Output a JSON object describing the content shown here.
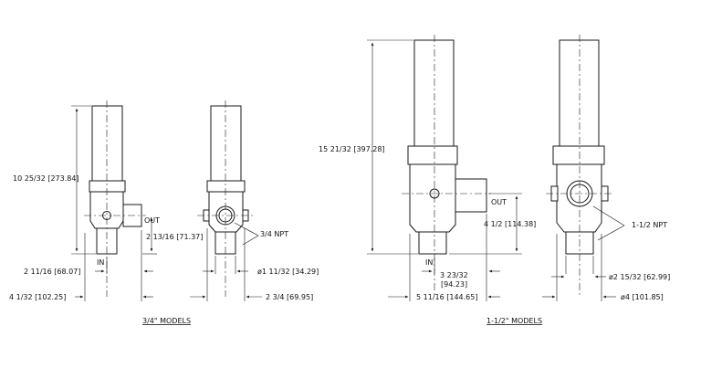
{
  "left_group": {
    "caption": "3/4\" MODELS",
    "height_dim": "10 25/32 [273.84]",
    "out_label": "OUT",
    "in_label": "IN",
    "out_height_dim": "2 13/16 [71.37]",
    "npt_label": "3/4 NPT",
    "in_offset_dim": "2 11/16 [68.07]",
    "overall_width_dim": "4 1/32 [102.25]",
    "side_dia_dim": "ø1 11/32 [34.29]",
    "side_width_dim": "2 3/4 [69.95]"
  },
  "right_group": {
    "caption": "1-1/2\" MODELS",
    "height_dim": "15 21/32 [397.28]",
    "out_label": "OUT",
    "in_label": "IN",
    "out_height_dim": "4 1/2 [114.38]",
    "npt_label": "1-1/2 NPT",
    "in_offset_dim_line1": "3 23/32",
    "in_offset_dim_line2": "[94.23]",
    "overall_width_dim": "5 11/16 [144.65]",
    "side_dia_dim": "ø2 15/32 [62.99]",
    "side_width_dim": "ø4 [101.85]"
  }
}
